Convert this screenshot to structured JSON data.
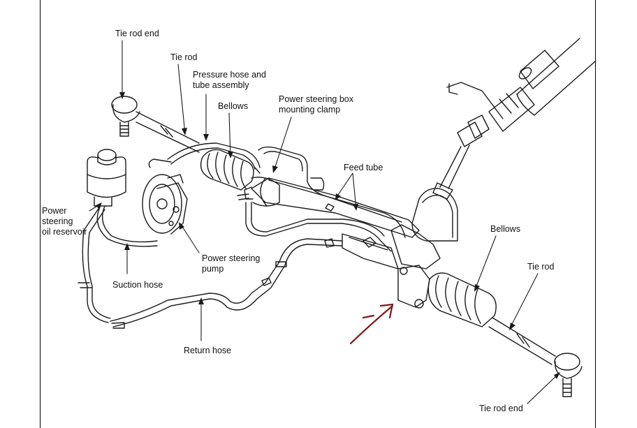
{
  "labels": {
    "tie_rod_end_left": "Tie rod end",
    "tie_rod_left": "Tie rod",
    "pressure_hose": "Pressure hose and\ntube assembly",
    "bellows_left": "Bellows",
    "mounting_clamp": "Power steering box\nmounting clamp",
    "feed_tube": "Feed tube",
    "reservoir": "Power\nsteering\noil reservoir",
    "pump": "Power steering\npump",
    "suction_hose": "Suction hose",
    "bellows_right": "Bellows",
    "tie_rod_right": "Tie rod",
    "return_hose": "Return hose",
    "tie_rod_end_right": "Tie rod end"
  },
  "colors": {
    "line": "#1a1a1a",
    "arrow": "#7a1a1a"
  }
}
